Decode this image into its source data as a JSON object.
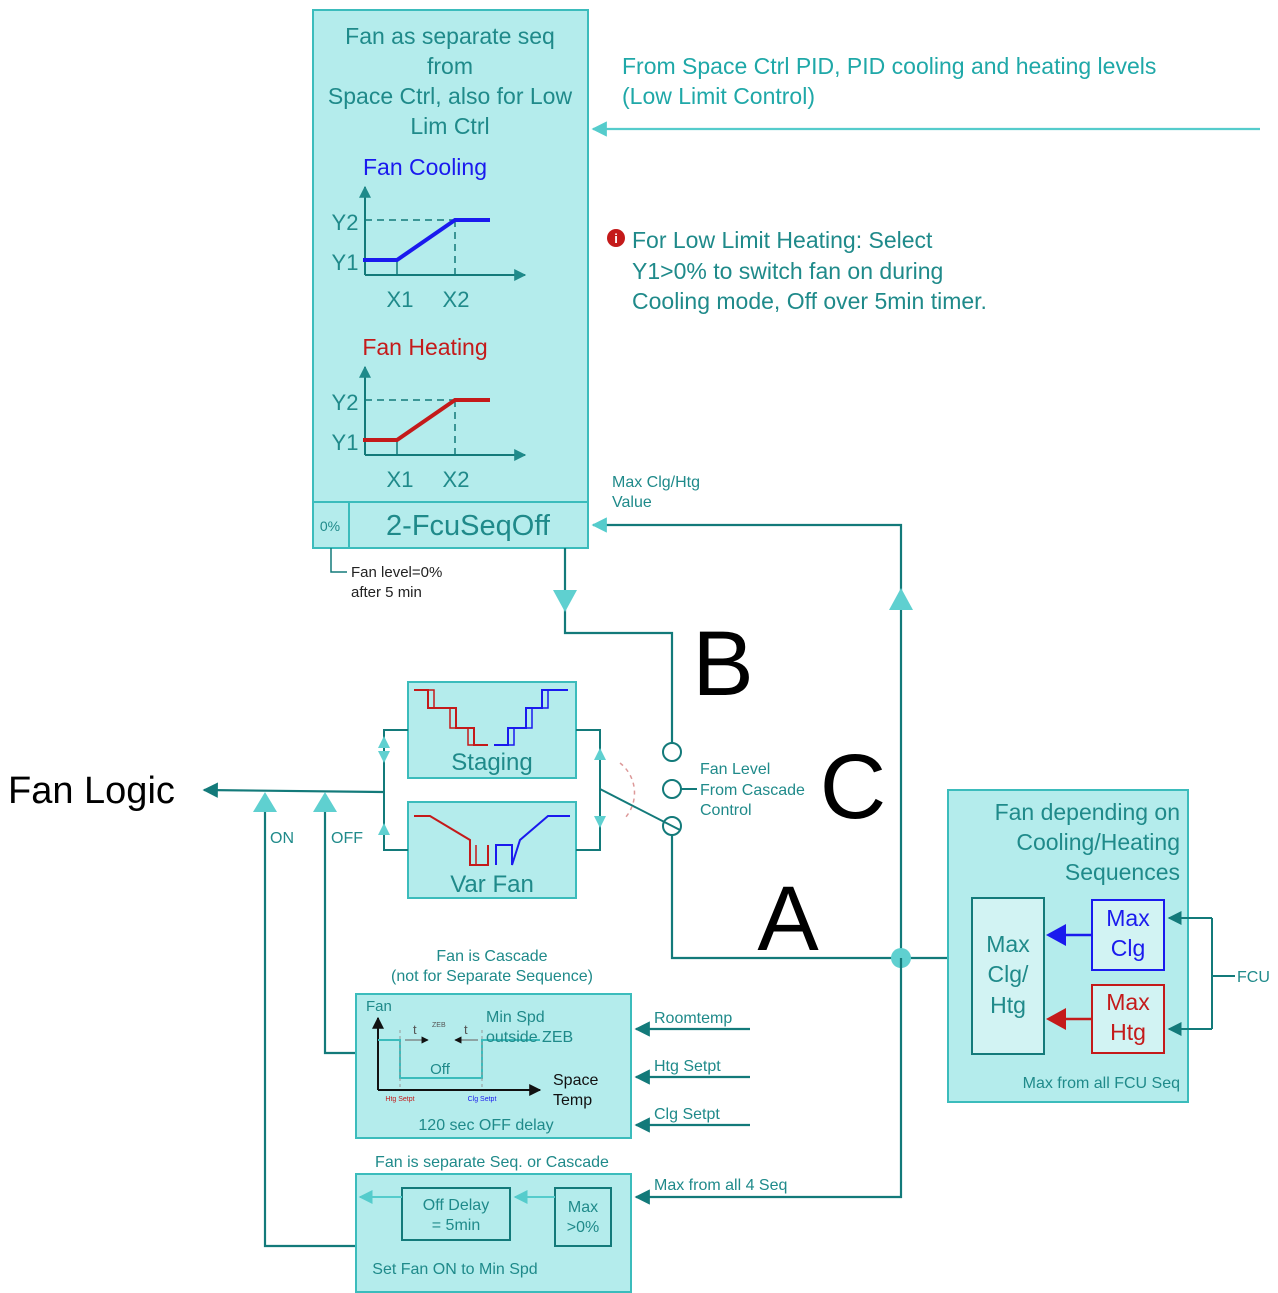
{
  "top_box": {
    "title_lines": [
      "Fan as separate seq",
      "from",
      "Space Ctrl, also for Low",
      "Lim Ctrl"
    ],
    "cooling_title": "Fan Cooling",
    "heating_title": "Fan Heating",
    "y2": "Y2",
    "y1": "Y1",
    "x1": "X1",
    "x2": "X2",
    "name": "2-FcuSeqOff",
    "zero_pct": "0%",
    "fan_note_lines": [
      "Fan level=0%",
      "after 5 min"
    ]
  },
  "pid_note_lines": [
    "From Space Ctrl PID, PID cooling and heating levels",
    "(Low Limit Control)"
  ],
  "low_limit_note_lines": [
    "For Low Limit Heating: Select",
    "Y1>0% to switch fan on during",
    "Cooling mode, Off over 5min timer."
  ],
  "max_clg_htg_lines": [
    "Max Clg/Htg",
    "Value"
  ],
  "labels": {
    "b": "B",
    "c": "C",
    "a": "A",
    "fan_logic": "Fan Logic",
    "on": "ON",
    "off": "OFF",
    "staging": "Staging",
    "var_fan": "Var Fan",
    "cascade_lines": [
      "Fan Level",
      "From Cascade",
      "Control"
    ],
    "fcu": "FCU"
  },
  "cascade_box": {
    "caption_lines": [
      "Fan is Cascade",
      "(not for Separate Sequence)"
    ],
    "fan": "Fan",
    "t": "t",
    "zeb": "ZEB",
    "min_spd_lines": [
      "Min Spd",
      "outside ZEB"
    ],
    "off": "Off",
    "space_temp_lines": [
      "Space",
      "Temp"
    ],
    "htg_setpt": "Htg Setpt",
    "clg_setpt": "Clg Setpt",
    "footer": "120 sec OFF delay",
    "inputs": [
      "Roomtemp",
      "Htg Setpt",
      "Clg Setpt"
    ]
  },
  "separate_box": {
    "caption": "Fan is separate Seq. or Cascade",
    "off_delay_lines": [
      "Off Delay",
      "= 5min"
    ],
    "max_lines": [
      "Max",
      ">0%"
    ],
    "footer": "Set Fan ON to Min Spd",
    "input": "Max from all 4 Seq"
  },
  "right_box": {
    "title_lines": [
      "Fan depending on",
      "Cooling/Heating",
      "Sequences"
    ],
    "max_clg_htg_lines": [
      "Max",
      "Clg/",
      "Htg"
    ],
    "max_clg_lines": [
      "Max",
      "Clg"
    ],
    "max_htg_lines": [
      "Max",
      "Htg"
    ],
    "footer": "Max from all FCU Seq"
  },
  "colors": {
    "box_fill": "#b4ecec",
    "box_stroke": "#3bbcbc",
    "line": "#137a7a",
    "text": "#1f8a8a",
    "cooling": "#1a1aee",
    "heating": "#c41a1a"
  }
}
